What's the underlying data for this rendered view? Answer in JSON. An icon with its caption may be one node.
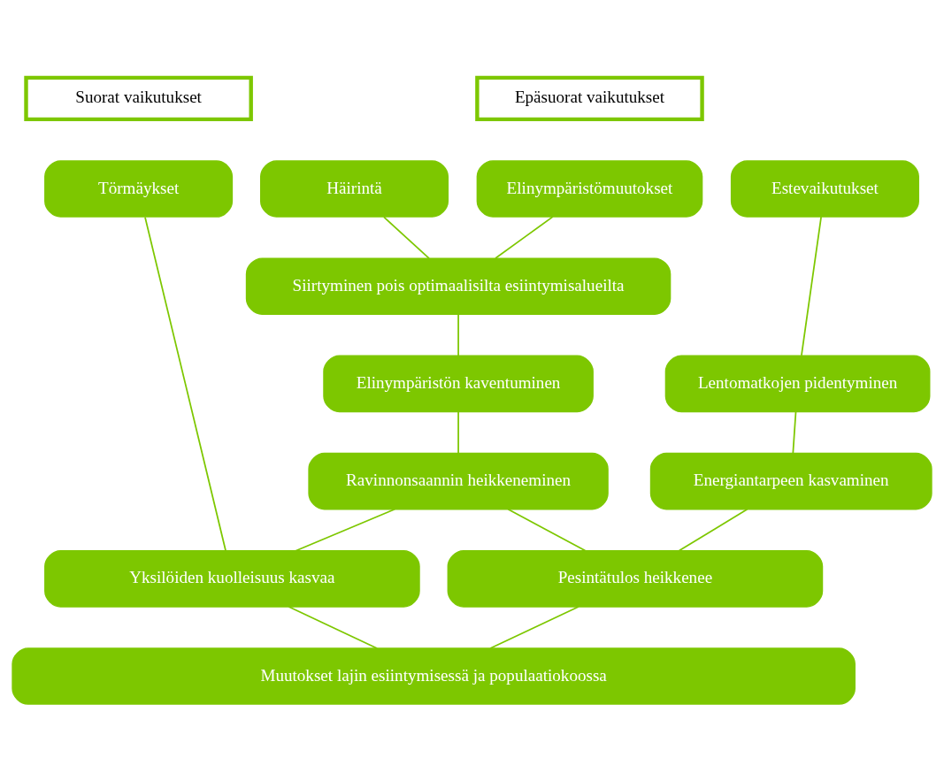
{
  "diagram": {
    "nodes": [
      {
        "text": [
          "Suorat vaikutukset"
        ]
      },
      {
        "text": [
          "Epäsuorat vaikutukset"
        ]
      },
      {
        "text": [
          "Törmäykset"
        ]
      },
      {
        "text": [
          "Häirintä"
        ]
      },
      {
        "text": [
          "Elinympäristömuutokset"
        ]
      },
      {
        "text": [
          "Estevaikutukset"
        ]
      },
      {
        "text": [
          "Siirtyminen pois optimaalisilta esiintymisalueilta"
        ]
      },
      {
        "text": [
          "Elinympäristön kaventuminen"
        ]
      },
      {
        "text": [
          "Ravinnonsaannin heikkeneminen"
        ]
      },
      {
        "text": [
          "Lentomatkojen pidentyminen"
        ]
      },
      {
        "text": [
          "Energiantarpeen kasvaminen"
        ]
      },
      {
        "text": [
          "Yksilöiden kuolleisuus kasvaa"
        ]
      },
      {
        "text": [
          "Pesintätulos heikkenee"
        ]
      },
      {
        "text": [
          "Muutokset lajin esiintymisessä ja populaatiokoossa"
        ]
      }
    ],
    "edges": [
      {
        "from": 2,
        "to": 11,
        "arrow": "none"
      },
      {
        "from": 3,
        "to": 6,
        "arrow": "none"
      },
      {
        "from": 4,
        "to": 6,
        "arrow": "none"
      },
      {
        "from": 6,
        "to": 7,
        "arrow": "none"
      },
      {
        "from": 7,
        "to": 8,
        "arrow": "none"
      },
      {
        "from": 8,
        "to": 11,
        "arrow": "none"
      },
      {
        "from": 8,
        "to": 12,
        "arrow": "none"
      },
      {
        "from": 5,
        "to": 9,
        "arrow": "none"
      },
      {
        "from": 9,
        "to": 10,
        "arrow": "none"
      },
      {
        "from": 10,
        "to": 12,
        "arrow": "none"
      },
      {
        "from": 11,
        "to": 13,
        "arrow": "none"
      },
      {
        "from": 12,
        "to": 13,
        "arrow": "none"
      }
    ]
  }
}
